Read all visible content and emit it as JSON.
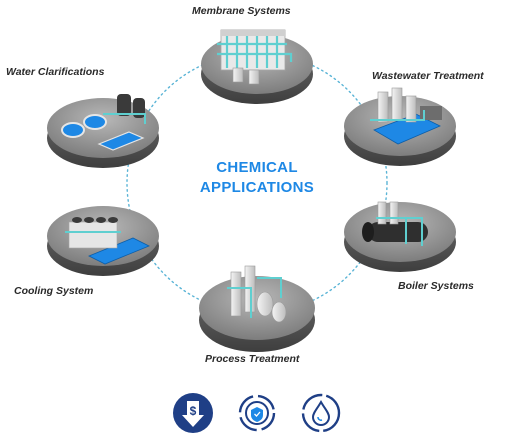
{
  "center": {
    "line1": "CHEMICAL",
    "line2": "APPLICATIONS"
  },
  "nodes": [
    {
      "id": "membrane",
      "label": "Membrane Systems"
    },
    {
      "id": "wastewater",
      "label": "Wastewater Treatment"
    },
    {
      "id": "boiler",
      "label": "Boiler Systems"
    },
    {
      "id": "process",
      "label": "Process Treatment"
    },
    {
      "id": "cooling",
      "label": "Cooling System"
    },
    {
      "id": "water",
      "label": "Water Clarifications"
    }
  ],
  "bottom_icons": [
    {
      "name": "cost-savings-icon",
      "glyph": "$"
    },
    {
      "name": "protection-cycle-icon"
    },
    {
      "name": "water-recycle-icon"
    }
  ],
  "colors": {
    "accent": "#1e88e5",
    "ring": "#5ab4d6",
    "icon_navy": "#1f3f86",
    "platform": "#8c8c8c",
    "pipe": "#5fcfd0"
  }
}
